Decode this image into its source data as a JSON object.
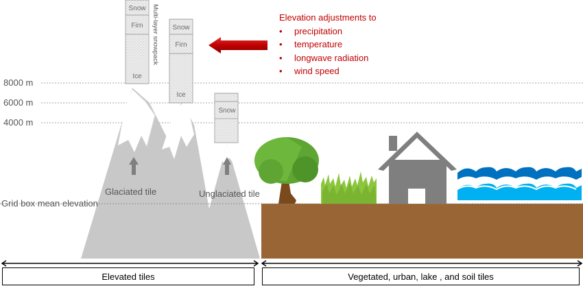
{
  "elevation_labels": [
    "8000  m",
    "6000  m",
    "4000  m"
  ],
  "mean_elevation_label": "Grid box mean elevation",
  "snowpack_label": "Multi-layer snowpack",
  "column1_layers": [
    "Snow",
    "Firn",
    "Ice"
  ],
  "column2_layers": [
    "Snow",
    "Firn",
    "Ice"
  ],
  "column3_layers": [
    "Snow"
  ],
  "glaciated_label": "Glaciated tile",
  "unglaciated_label": "Unglaciated tile",
  "adjustments": {
    "title": "Elevation adjustments to",
    "items": [
      "precipitation",
      "temperature",
      "longwave radiation",
      "wind speed"
    ]
  },
  "bottom_left_label": "Elevated tiles",
  "bottom_right_label": "Vegetated, urban, lake , and soil tiles",
  "colors": {
    "mountain": "#c8c8c8",
    "snow": "#ffffff",
    "soil": "#9a6535",
    "grass": "#8cc63f",
    "tree_canopy": "#5fa533",
    "house": "#7f7f7f",
    "water_dark": "#0070c0",
    "water_light": "#00b0f0",
    "arrow_red": "#c00000",
    "adjust_text": "#c00000"
  }
}
